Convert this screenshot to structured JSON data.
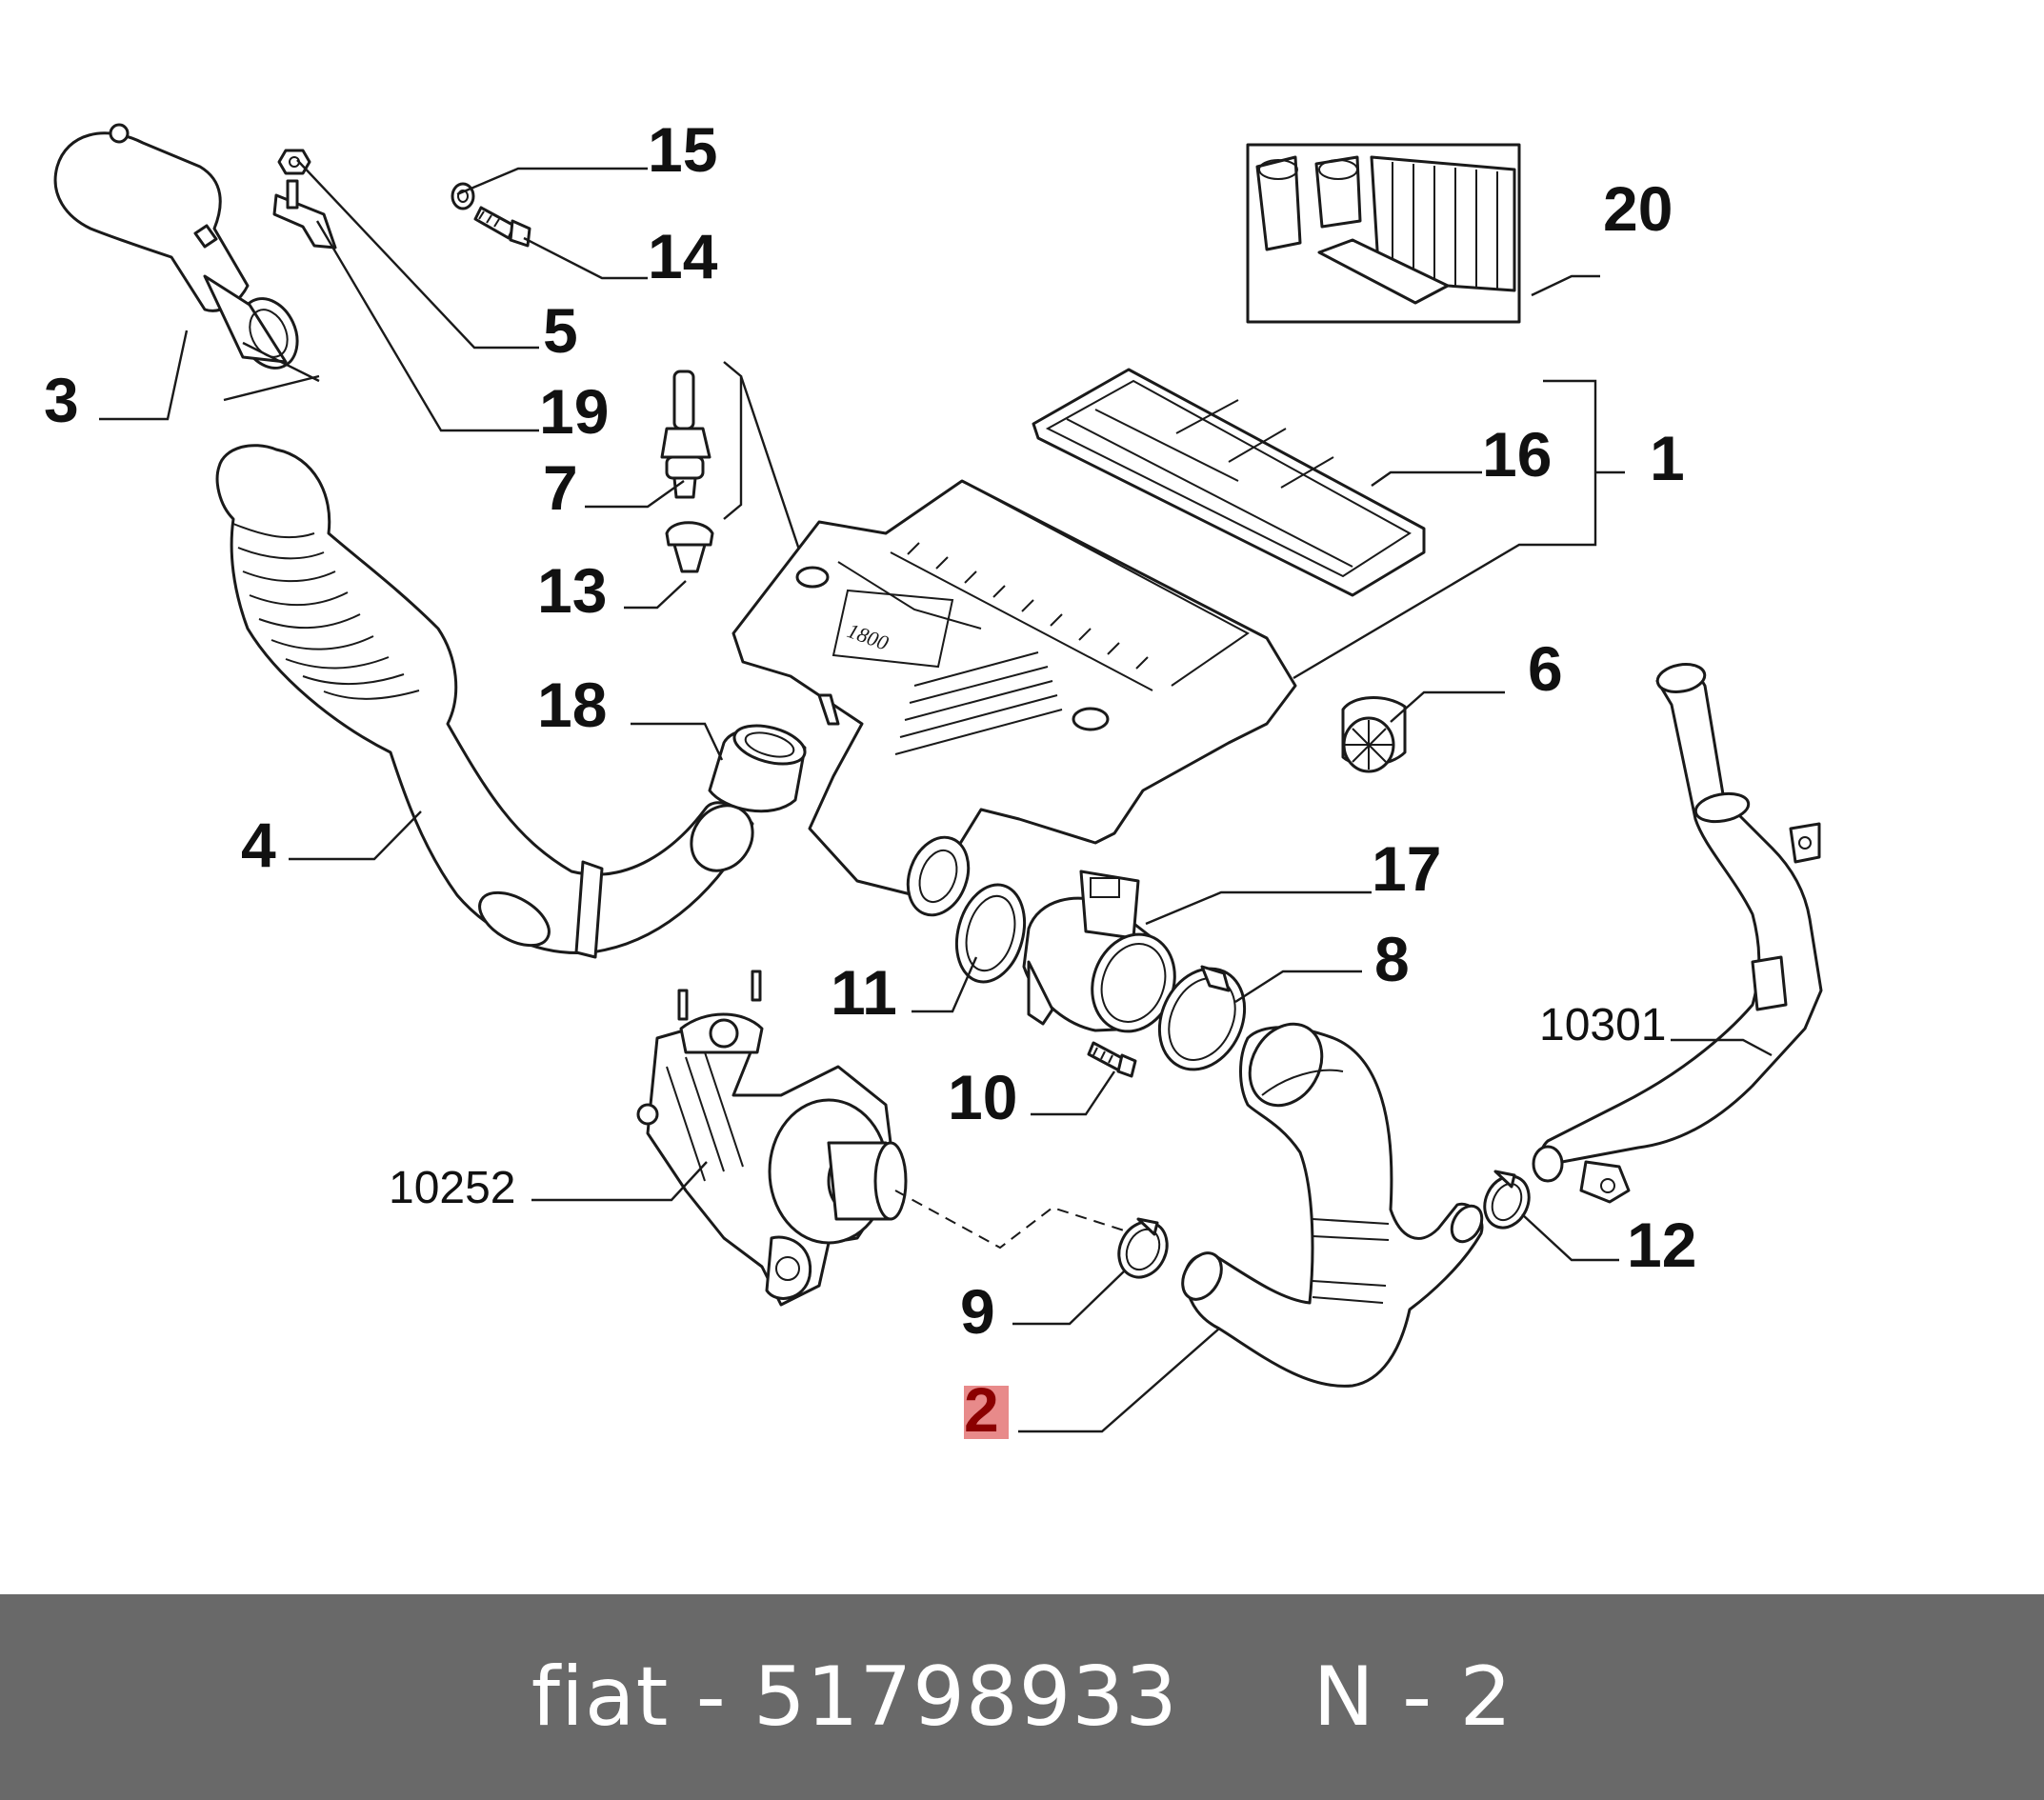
{
  "colors": {
    "background": "#ffffff",
    "line": "#1a1a1a",
    "highlight": "#e88a8a",
    "highlight_text": "#8b0000",
    "footer_bg": "#696969",
    "footer_text": "#ffffff"
  },
  "callouts": {
    "c1": "1",
    "c2": "2",
    "c3": "3",
    "c4": "4",
    "c5": "5",
    "c6": "6",
    "c7": "7",
    "c8": "8",
    "c9": "9",
    "c10": "10",
    "c11": "11",
    "c12": "12",
    "c13": "13",
    "c14": "14",
    "c15": "15",
    "c16": "16",
    "c17": "17",
    "c18": "18",
    "c19": "19",
    "c20": "20",
    "ref_turbo": "10252",
    "ref_pipe": "10301"
  },
  "highlighted_callout": "2",
  "engraving": "1800",
  "footer": {
    "text": "fiat - 51798933     N - 2"
  }
}
